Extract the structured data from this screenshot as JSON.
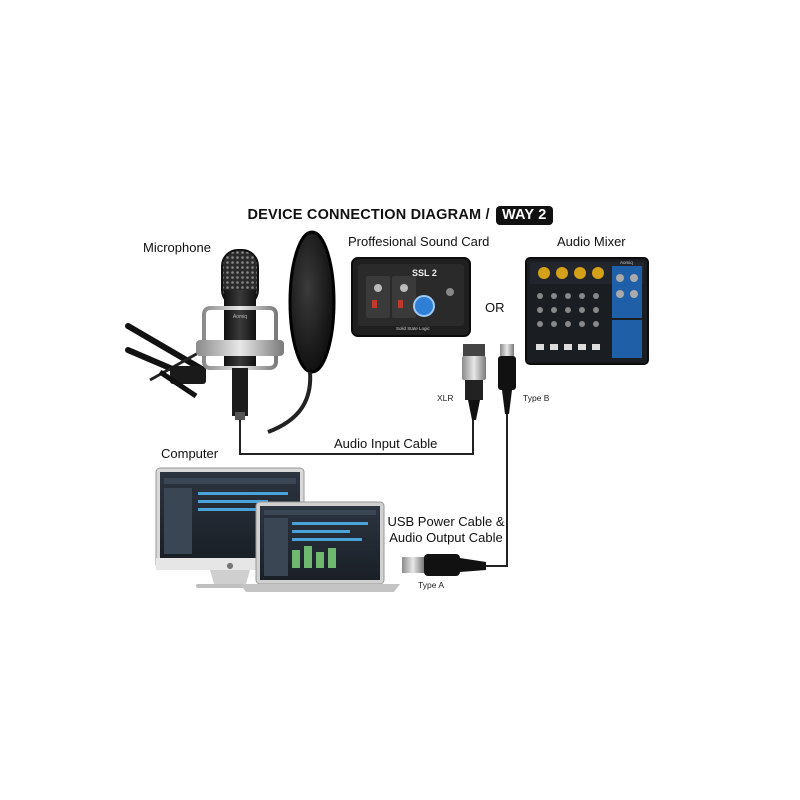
{
  "title": {
    "prefix": "DEVICE CONNECTION DIAGRAM /",
    "badge": "WAY 2"
  },
  "labels": {
    "microphone": "Microphone",
    "sound_card": "Proffesional Sound Card",
    "audio_mixer": "Audio Mixer",
    "or": "OR",
    "xlr": "XLR",
    "type_b": "Type B",
    "audio_input_cable": "Audio Input Cable",
    "computer": "Computer",
    "usb_line1": "USB Power Cable &",
    "usb_line2": "Audio Output Cable",
    "type_a": "Type A"
  },
  "devices": {
    "mic_brand": "Aomiq",
    "soundcard_model": "SSL 2",
    "soundcard_brand": "Solid State Logic",
    "mixer_brand": "Aomiq"
  },
  "colors": {
    "accent_blue": "#2f7fd6",
    "cable": "#222222",
    "badge_bg": "#111111"
  }
}
